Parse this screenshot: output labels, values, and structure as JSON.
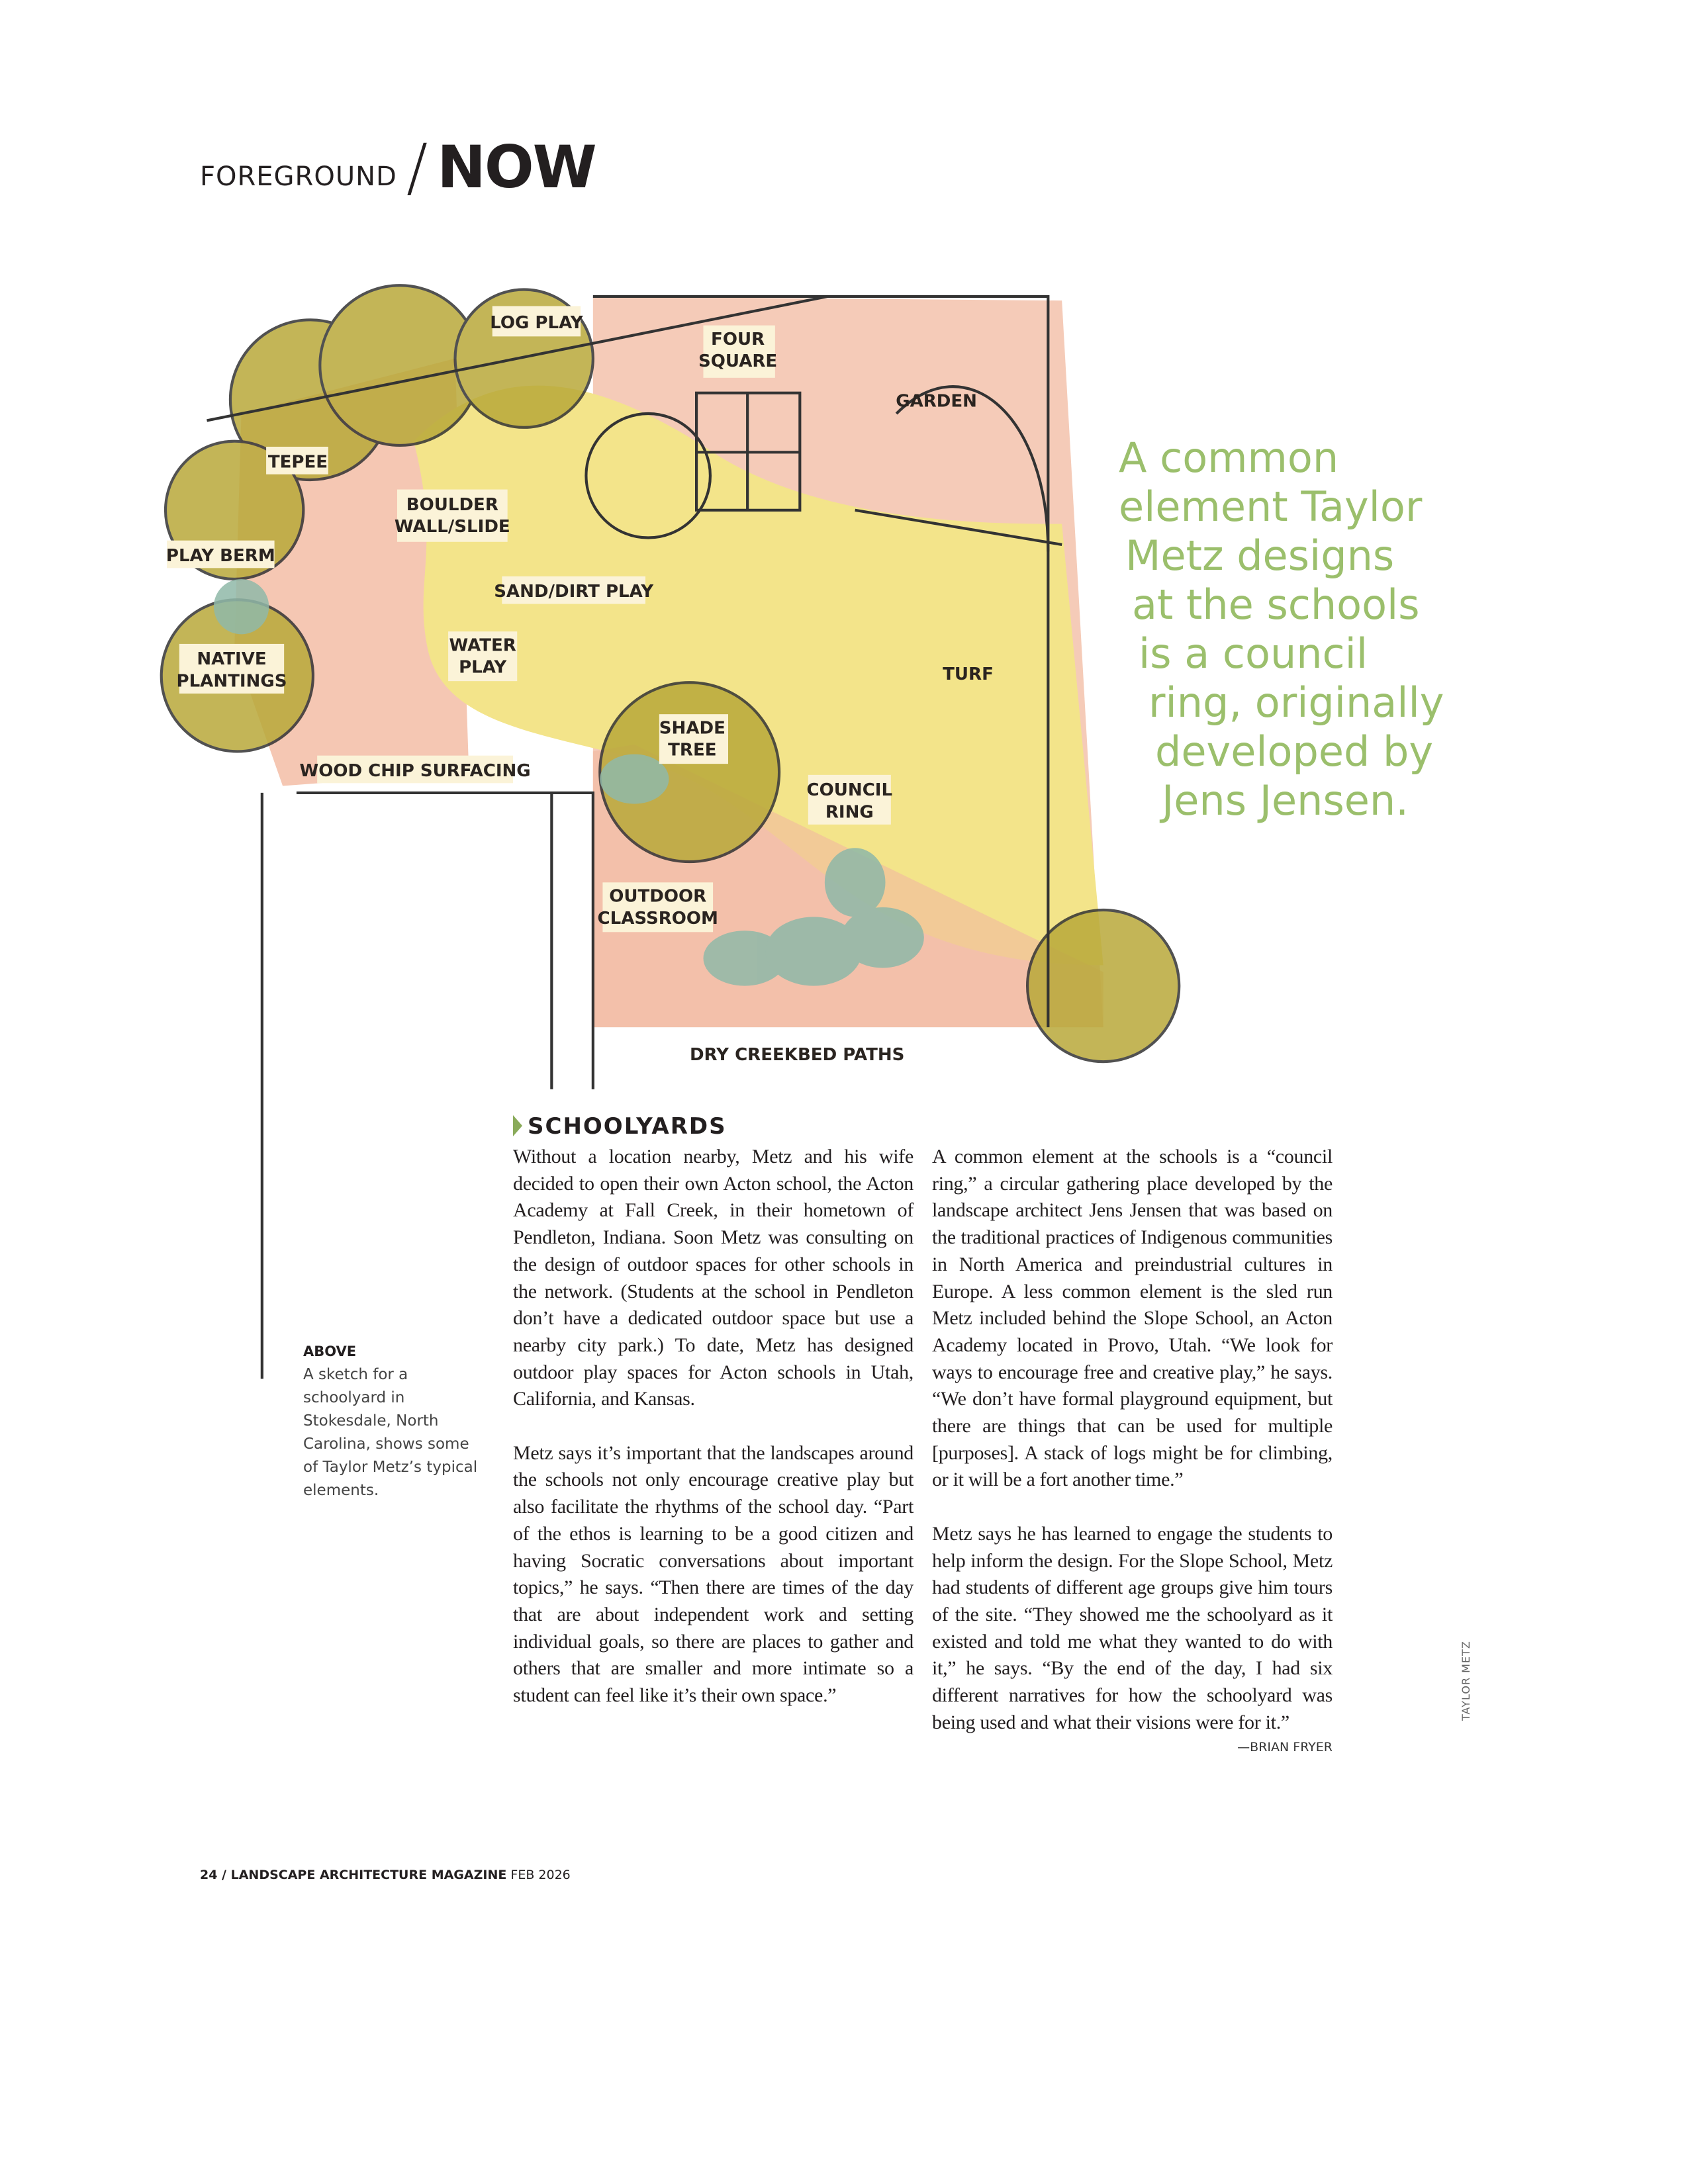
{
  "header": {
    "section": "FOREGROUND",
    "slash": "/",
    "title": "NOW"
  },
  "sketch": {
    "labels": {
      "log_play": "LOG PLAY",
      "four_square": [
        "FOUR",
        "SQUARE"
      ],
      "garden": "GARDEN",
      "tepee": "TEPEE",
      "boulder": [
        "BOULDER",
        "WALL/SLIDE"
      ],
      "play_berm": "PLAY BERM",
      "sand_dirt": "SAND/DIRT PLAY",
      "water_play": [
        "WATER",
        "PLAY"
      ],
      "turf": "TURF",
      "native": [
        "NATIVE",
        "PLANTINGS"
      ],
      "shade_tree": [
        "SHADE",
        "TREE"
      ],
      "wood_chip": "WOOD CHIP SURFACING",
      "council_ring": [
        "COUNCIL",
        "RING"
      ],
      "outdoor_classroom": [
        "OUTDOOR",
        "CLASSROOM"
      ],
      "dry_creekbed": "DRY CREEKBED PATHS"
    },
    "colors": {
      "turf": "#f3e48a",
      "paving": "#f2b9a0",
      "tree": "#b9a93a",
      "shrub": "#8fb8a8"
    }
  },
  "pull_quote": [
    "A common",
    "element Taylor",
    "Metz designs",
    "at the schools",
    "is a council",
    "ring, originally",
    "developed by",
    "Jens Jensen."
  ],
  "article": {
    "heading": "SCHOOLYARDS",
    "col1": [
      "Without a location nearby, Metz and his wife decided to open their own Acton school, the Acton Academy at Fall Creek, in their hometown of Pendleton, Indiana. Soon Metz was consulting on the design of outdoor spaces for other schools in the network. (Students at the school in Pendleton don’t have a dedicated outdoor space but use a nearby city park.) To date, Metz has designed outdoor play spaces for Acton schools in Utah, California, and Kansas.",
      "Metz says it’s important that the landscapes around the schools not only encourage creative play but also facilitate the rhythms of the school day. “Part of the ethos is learning to be a good citizen and having Socratic conversations about important topics,” he says. “Then there are times of the day that are about independent work and setting individual goals, so there are places to gather and others that are smaller and more intimate so a student can feel like it’s their own space.”"
    ],
    "col2": [
      "A common element at the schools is a “council ring,” a circular gathering place developed by the landscape architect Jens Jensen that was based on the traditional practices of Indigenous communities in North America and preindustrial cultures in Europe. A less common element is the sled run Metz included behind the Slope School, an Acton Academy located in Provo, Utah. “We look for ways to encourage free and creative play,” he says. “We don’t have formal playground equipment, but there are things that can be used for multiple [purposes]. A stack of logs might be for climbing, or it will be a fort another time.”",
      "Metz says he has learned to engage the students to help inform the design. For the Slope School, Metz had students of different age groups give him tours of the site. “They showed me the schoolyard as it existed and told me what they wanted to do with it,” he says. “By the end of the day, I had six different narratives for how the schoolyard was being used and what their visions were for it.”"
    ],
    "byline": "—BRIAN FRYER"
  },
  "caption": {
    "label": "ABOVE",
    "text": "A sketch for a schoolyard in Stokesdale, North Carolina, shows some of Taylor Metz’s typical elements."
  },
  "photo_credit": "TAYLOR METZ",
  "footer": {
    "page": "24 / LANDSCAPE ARCHITECTURE MAGAZINE",
    "issue": "FEB 2026"
  }
}
